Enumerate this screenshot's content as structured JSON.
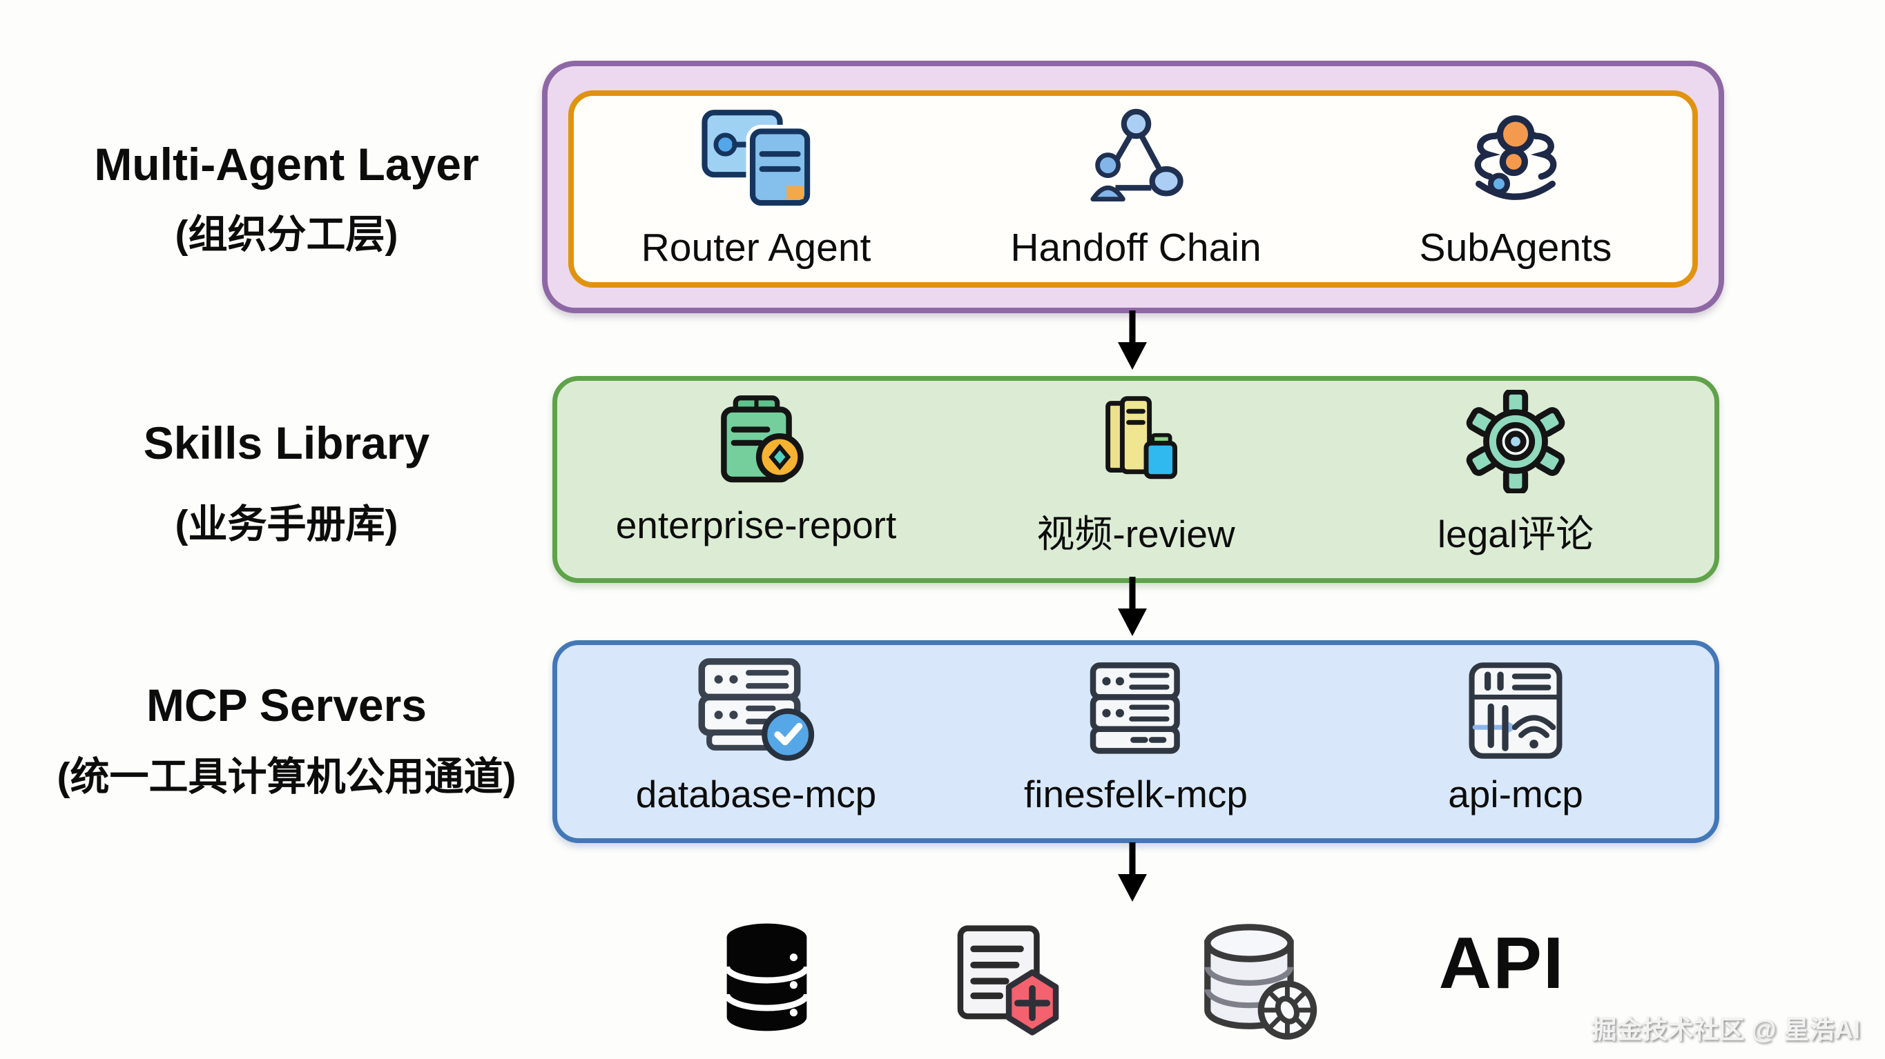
{
  "colors": {
    "background": "#fdfdfb",
    "multi_agent_box_fill": "#ecd9f0",
    "multi_agent_box_border": "#8e68a4",
    "inner_panel_border": "#e0930f",
    "skills_box_fill": "#dcecd4",
    "skills_box_border": "#5fa24a",
    "mcp_box_fill": "#d8e8fa",
    "mcp_box_border": "#4377b8",
    "arrow": "#000000"
  },
  "layers": [
    {
      "side_title": "Multi-Agent Layer",
      "side_subtitle": "(组织分工层)",
      "items": [
        {
          "label": "Router Agent",
          "icon": "router-agent-icon"
        },
        {
          "label": "Handoff Chain",
          "icon": "handoff-chain-icon"
        },
        {
          "label": "SubAgents",
          "icon": "subagents-icon"
        }
      ]
    },
    {
      "side_title": "Skills Library",
      "side_subtitle": "(业务手册库)",
      "items": [
        {
          "label": "enterprise-report",
          "icon": "report-coin-icon"
        },
        {
          "label": "视频-review",
          "icon": "video-books-icon"
        },
        {
          "label": "legal评论",
          "icon": "gear-icon"
        }
      ]
    },
    {
      "side_title": "MCP Servers",
      "side_subtitle": "(统一工具计算机公用通道)",
      "items": [
        {
          "label": "database-mcp",
          "icon": "server-check-icon"
        },
        {
          "label": "finesfelk-mcp",
          "icon": "server-stack-icon"
        },
        {
          "label": "api-mcp",
          "icon": "server-wifi-icon"
        }
      ]
    }
  ],
  "bottom_row": {
    "items": [
      {
        "icon": "database-icon"
      },
      {
        "icon": "document-shield-icon"
      },
      {
        "icon": "database-gear-icon"
      },
      {
        "label": "API"
      }
    ]
  },
  "watermark": {
    "text": "掘金技术社区 @ 星浩AI"
  }
}
